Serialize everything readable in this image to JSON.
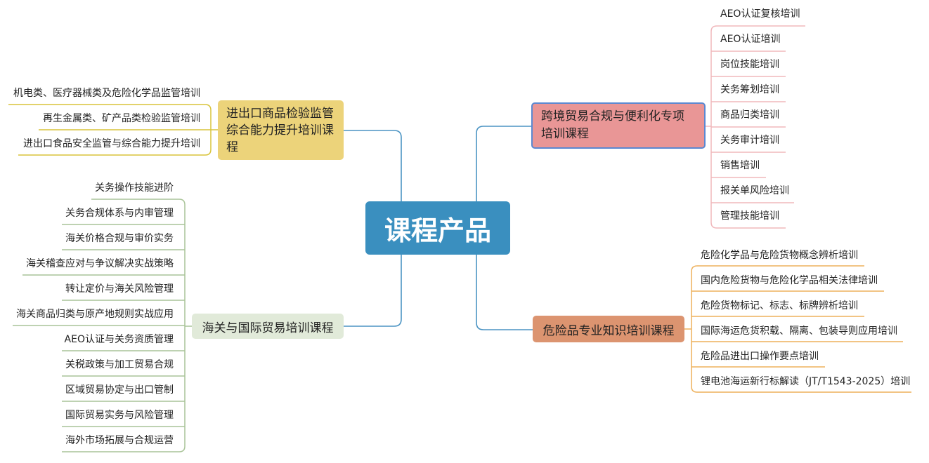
{
  "root": {
    "label": "课程产品"
  },
  "inspection": {
    "title": "进出口商品检验监管综合能力提升培训课程",
    "color": "#ecd37a",
    "line_color": "#d8c43a",
    "items": [
      "机电类、医疗器械类及危险化学品监管培训",
      "再生金属类、矿产品类检验监管培训",
      "进出口食品安全监管与综合能力提升培训"
    ]
  },
  "crossborder": {
    "title": "跨境贸易合规与便利化专项培训课程",
    "color": "#e99696",
    "line_color": "#f0b8bc",
    "items": [
      "AEO认证复核培训",
      "AEO认证培训",
      "岗位技能培训",
      "关务筹划培训",
      "商品归类培训",
      "关务审计培训",
      "销售培训",
      "报关单风险培训",
      "管理技能培训"
    ]
  },
  "customs": {
    "title": "海关与国际贸易培训课程",
    "color": "#e1ead9",
    "line_color": "#a9c498",
    "items": [
      "关务操作技能进阶",
      "关务合规体系与内审管理",
      "海关价格合规与审价实务",
      "海关稽查应对与争议解决实战策略",
      "转让定价与海关风险管理",
      "海关商品归类与原产地规则实战应用",
      "AEO认证与关务资质管理",
      "关税政策与加工贸易合规",
      "区域贸易协定与出口管制",
      "国际贸易实务与风险管理",
      "海外市场拓展与合规运营"
    ]
  },
  "hazard": {
    "title": "危险品专业知识培训课程",
    "color": "#dc9470",
    "line_color": "#eeb15c",
    "items": [
      "危险化学品与危险货物概念辨析培训",
      "国内危险货物与危险化学品相关法律培训",
      "危险货物标记、标志、标牌辨析培训",
      "国际海运危货积载、隔离、包装导则应用培训",
      "危险品进出口操作要点培训",
      "锂电池海运新行标解读（JT/T1543-2025）培训"
    ]
  },
  "connector_color": "#4b94c3"
}
